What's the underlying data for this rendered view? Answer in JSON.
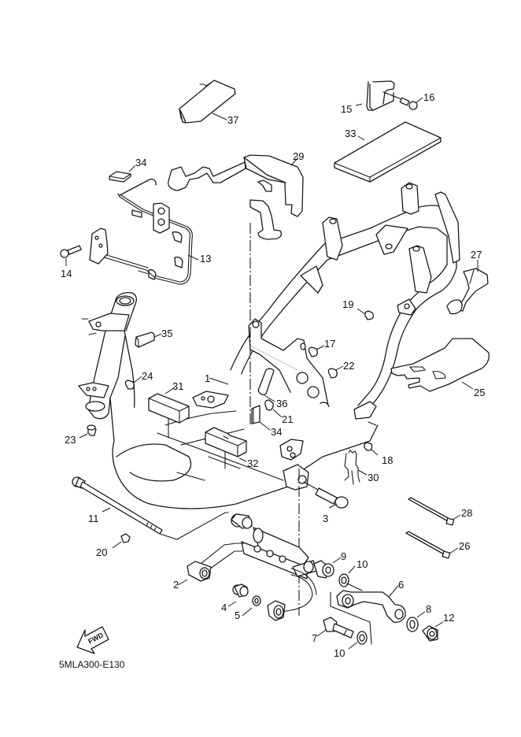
{
  "diagram": {
    "title": "Frame exploded parts diagram",
    "drawing_code": "5MLA300-E130",
    "direction_indicator": "FWD",
    "callouts": [
      {
        "id": "c1",
        "label": "1",
        "part": "frame"
      },
      {
        "id": "c2",
        "label": "2",
        "part": "engine-bracket-link"
      },
      {
        "id": "c3",
        "label": "3",
        "part": "bolt"
      },
      {
        "id": "c4",
        "label": "4",
        "part": "bushing"
      },
      {
        "id": "c5",
        "label": "5",
        "part": "washer"
      },
      {
        "id": "c6",
        "label": "6",
        "part": "link-arm"
      },
      {
        "id": "c7",
        "label": "7",
        "part": "bolt"
      },
      {
        "id": "c8",
        "label": "8",
        "part": "washer"
      },
      {
        "id": "c9",
        "label": "9",
        "part": "collar"
      },
      {
        "id": "c10a",
        "label": "10",
        "part": "washer"
      },
      {
        "id": "c10b",
        "label": "10",
        "part": "washer"
      },
      {
        "id": "c11",
        "label": "11",
        "part": "engine-mount-bolt"
      },
      {
        "id": "c12",
        "label": "12",
        "part": "nut"
      },
      {
        "id": "c13",
        "label": "13",
        "part": "bracket-wire"
      },
      {
        "id": "c14",
        "label": "14",
        "part": "bolt"
      },
      {
        "id": "c15",
        "label": "15",
        "part": "clip-bracket"
      },
      {
        "id": "c16",
        "label": "16",
        "part": "screw"
      },
      {
        "id": "c17",
        "label": "17",
        "part": "nut-clip"
      },
      {
        "id": "c18",
        "label": "18",
        "part": "nut-clip"
      },
      {
        "id": "c19",
        "label": "19",
        "part": "nut-clip"
      },
      {
        "id": "c20",
        "label": "20",
        "part": "nut"
      },
      {
        "id": "c21",
        "label": "21",
        "part": "nut-clip"
      },
      {
        "id": "c22",
        "label": "22",
        "part": "nut-clip"
      },
      {
        "id": "c23",
        "label": "23",
        "part": "cap"
      },
      {
        "id": "c24",
        "label": "24",
        "part": "nut-clip"
      },
      {
        "id": "c25",
        "label": "25",
        "part": "plate"
      },
      {
        "id": "c26",
        "label": "26",
        "part": "cable-tie"
      },
      {
        "id": "c27",
        "label": "27",
        "part": "holder"
      },
      {
        "id": "c28",
        "label": "28",
        "part": "cable-tie"
      },
      {
        "id": "c29",
        "label": "29",
        "part": "cover"
      },
      {
        "id": "c30",
        "label": "30",
        "part": "spring-clip"
      },
      {
        "id": "c31",
        "label": "31",
        "part": "damper"
      },
      {
        "id": "c32",
        "label": "32",
        "part": "damper"
      },
      {
        "id": "c33",
        "label": "33",
        "part": "pad"
      },
      {
        "id": "c34a",
        "label": "34",
        "part": "pad"
      },
      {
        "id": "c34b",
        "label": "34",
        "part": "pad"
      },
      {
        "id": "c35",
        "label": "35",
        "part": "pad"
      },
      {
        "id": "c36",
        "label": "36",
        "part": "damper"
      },
      {
        "id": "c37",
        "label": "37",
        "part": "damper"
      }
    ]
  }
}
